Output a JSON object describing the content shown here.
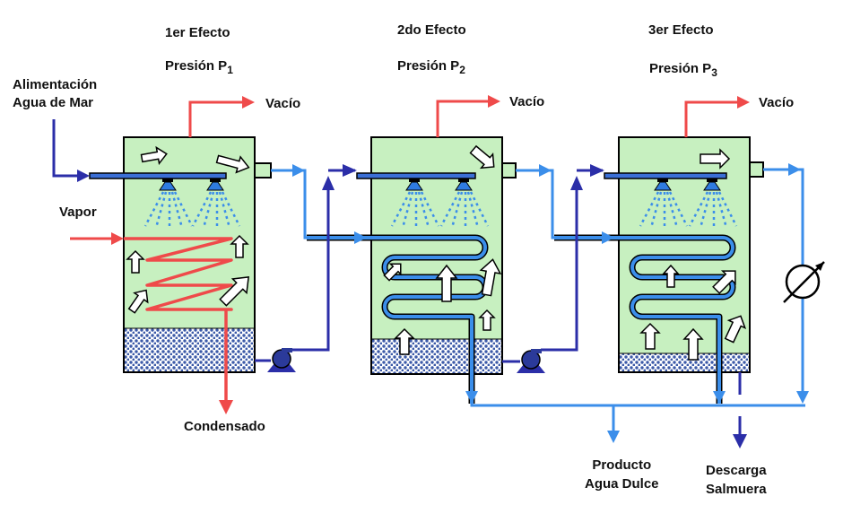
{
  "effects": [
    {
      "title": "1er Efecto",
      "pressure_label": "Presión P",
      "pressure_sub": "1",
      "vacuum": "Vacío"
    },
    {
      "title": "2do Efecto",
      "pressure_label": "Presión P",
      "pressure_sub": "2",
      "vacuum": "Vacío"
    },
    {
      "title": "3er Efecto",
      "pressure_label": "Presión P",
      "pressure_sub": "3",
      "vacuum": "Vacío"
    }
  ],
  "labels": {
    "feed_line1": "Alimentación",
    "feed_line2": "Agua de Mar",
    "steam": "Vapor",
    "condensate": "Condensado",
    "product_line1": "Producto",
    "product_line2": "Agua Dulce",
    "brine_line1": "Descarga",
    "brine_line2": "Salmuera"
  },
  "colors": {
    "vessel_fill": "#c7f0c0",
    "brine_fill": "#3c5aa8",
    "light_pipe": "#3b8eea",
    "dark_pipe": "#2b2ea8",
    "steam_red": "#ef4a4a",
    "nozzle": "#2f7be0"
  }
}
